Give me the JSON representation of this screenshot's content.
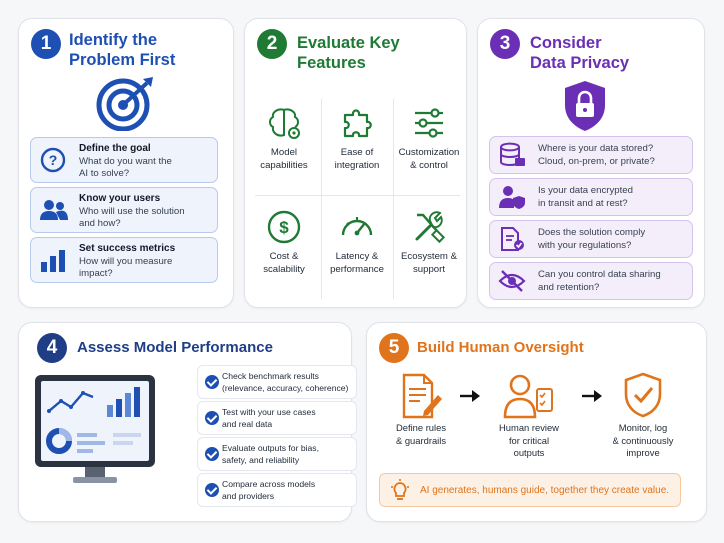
{
  "card1": {
    "number": "1",
    "title_line1": "Identify the",
    "title_line2": "Problem First",
    "items": [
      {
        "title": "Define the goal",
        "line1": "What do you want the",
        "line2": "AI to solve?"
      },
      {
        "title": "Know your users",
        "line1": "Who will use the solution",
        "line2": "and how?"
      },
      {
        "title": "Set success metrics",
        "line1": "How will you measure",
        "line2": "impact?"
      }
    ]
  },
  "card2": {
    "number": "2",
    "title_line1": "Evaluate Key",
    "title_line2": "Features",
    "features": [
      {
        "line1": "Model",
        "line2": "capabilities"
      },
      {
        "line1": "Ease of",
        "line2": "integration"
      },
      {
        "line1": "Customization",
        "line2": "& control"
      },
      {
        "line1": "Cost &",
        "line2": "scalability"
      },
      {
        "line1": "Latency &",
        "line2": "performance"
      },
      {
        "line1": "Ecosystem &",
        "line2": "support"
      }
    ]
  },
  "card3": {
    "number": "3",
    "title_line1": "Consider",
    "title_line2": "Data Privacy",
    "items": [
      {
        "line1": "Where is your data stored?",
        "line2": "Cloud, on-prem, or private?"
      },
      {
        "line1": "Is your data encrypted",
        "line2": "in transit and at rest?"
      },
      {
        "line1": "Does the solution comply",
        "line2": "with your regulations?"
      },
      {
        "line1": "Can you control data sharing",
        "line2": "and retention?"
      }
    ]
  },
  "card4": {
    "number": "4",
    "title": "Assess Model Performance",
    "checks": [
      {
        "line1": "Check benchmark results",
        "line2": "(relevance, accuracy, coherence)"
      },
      {
        "line1": "Test with your use cases",
        "line2": "and real data"
      },
      {
        "line1": "Evaluate outputs for bias,",
        "line2": "safety, and reliability"
      },
      {
        "line1": "Compare across models",
        "line2": "and providers"
      }
    ]
  },
  "card5": {
    "number": "5",
    "title": "Build Human Oversight",
    "steps": [
      {
        "line1": "Define rules",
        "line2": "& guardrails",
        "line3": ""
      },
      {
        "line1": "Human review",
        "line2": "for critical",
        "line3": "outputs"
      },
      {
        "line1": "Monitor, log",
        "line2": "& continuously",
        "line3": "improve"
      }
    ],
    "tagline": "AI generates, humans guide, together they create value."
  },
  "colors": {
    "blue": "#1e4fb3",
    "green": "#1f7a34",
    "purple": "#6b2fb5",
    "navy": "#1f3e86",
    "orange": "#e0741c"
  },
  "icons": [
    "target-icon",
    "question-icon",
    "users-icon",
    "bar-chart-icon",
    "brain-icon",
    "puzzle-icon",
    "sliders-icon",
    "dollar-icon",
    "gauge-icon",
    "tools-icon",
    "shield-lock-icon",
    "database-lock-icon",
    "user-shield-icon",
    "document-check-icon",
    "eye-off-icon",
    "monitor-dashboard-icon",
    "document-pen-icon",
    "person-checklist-icon",
    "shield-check-icon",
    "lightbulb-icon",
    "arrow-right-icon"
  ]
}
